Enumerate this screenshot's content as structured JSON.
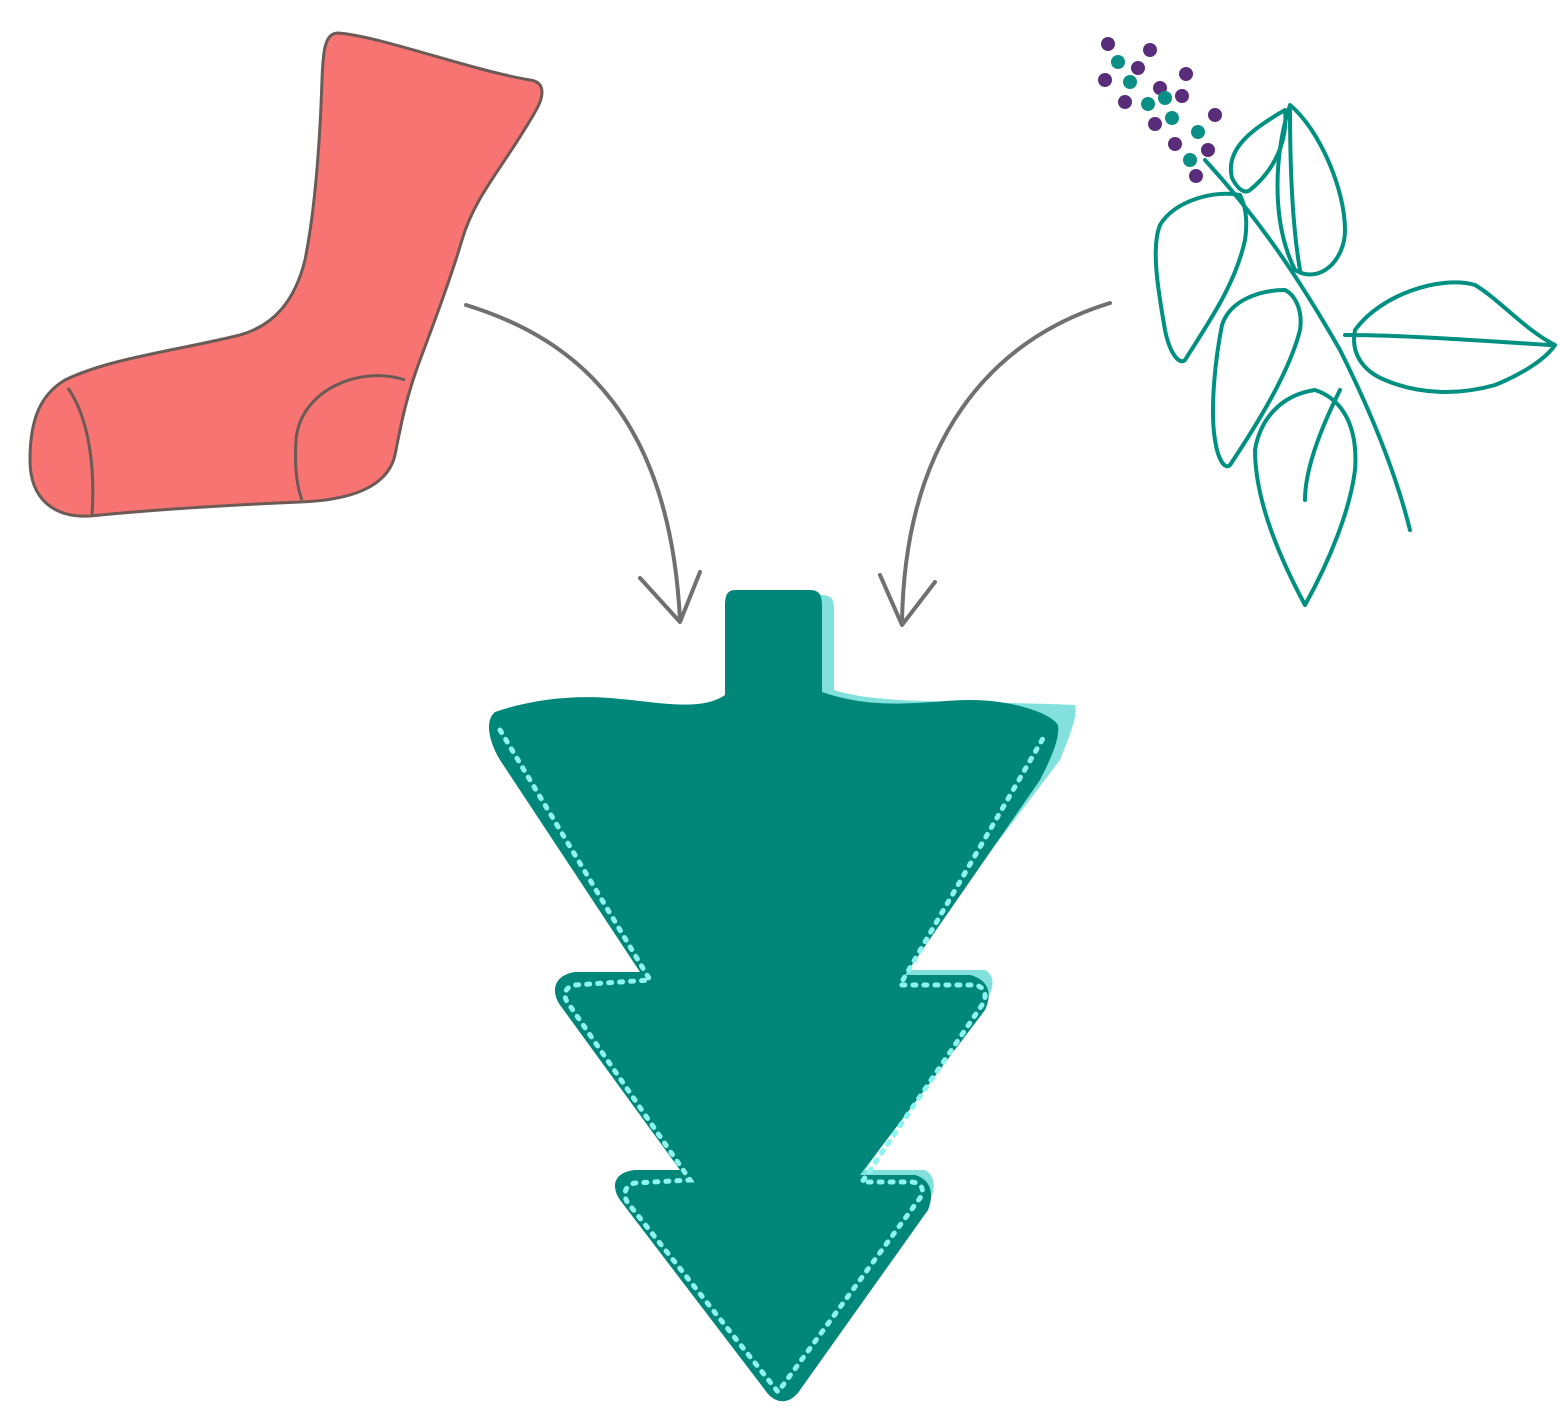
{
  "diagram": {
    "items": [
      {
        "id": "sock",
        "icon": "sock-icon"
      },
      {
        "id": "herb",
        "icon": "herb-sprig-icon"
      },
      {
        "id": "product",
        "icon": "tree-shaped-sachet-icon"
      }
    ],
    "arrows": [
      {
        "from": "sock",
        "to": "product"
      },
      {
        "from": "herb",
        "to": "product"
      }
    ]
  },
  "colors": {
    "sock_fill": "#f87472",
    "sock_stroke": "#6b5a55",
    "herb_stroke": "#009082",
    "berry_purple": "#5a2d7a",
    "berry_teal": "#0a8f86",
    "product_fill": "#00877a",
    "product_shadow": "#1bc9c0",
    "stitch": "#8ef4ef",
    "arrow": "#707070",
    "background": "#ffffff"
  }
}
